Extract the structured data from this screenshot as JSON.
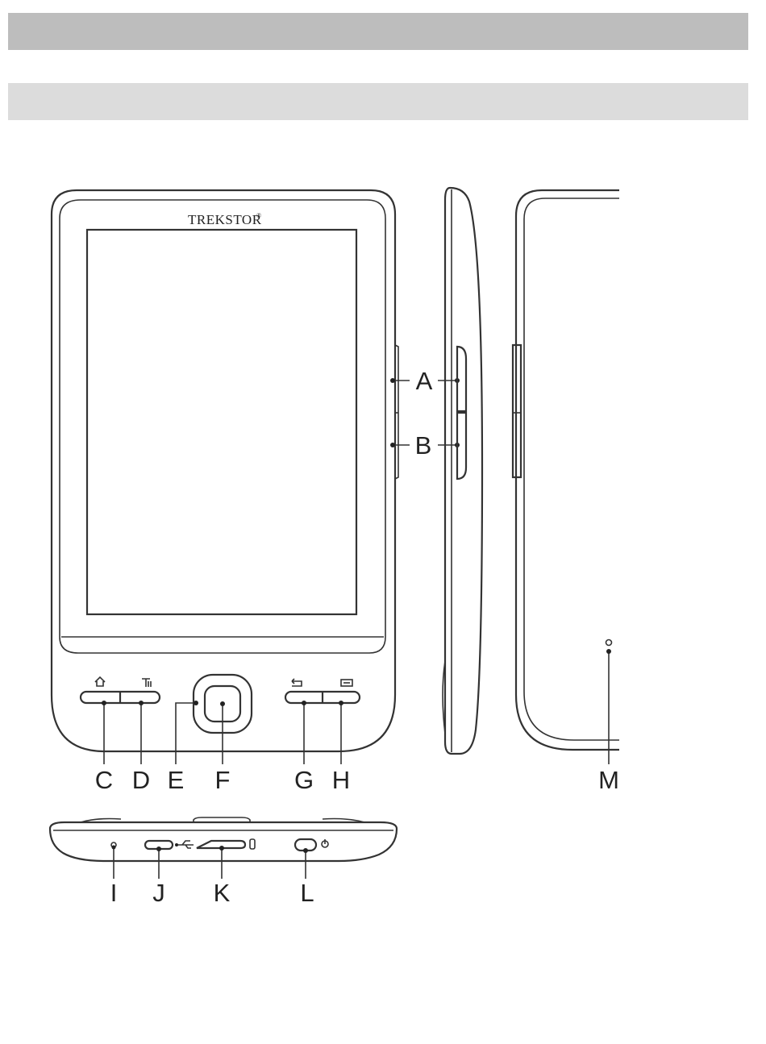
{
  "diagram": {
    "brand_logo_text": "TREKSTOR",
    "brand_mark": "®",
    "labels": {
      "A": "A",
      "B": "B",
      "C": "C",
      "D": "D",
      "E": "E",
      "F": "F",
      "G": "G",
      "H": "H",
      "I": "I",
      "J": "J",
      "K": "K",
      "L": "L",
      "M": "M"
    },
    "icons": {
      "home": "home-icon",
      "menu": "menu-icon",
      "back": "back-icon",
      "keyboard": "keyboard-icon",
      "usb": "usb-icon",
      "power": "power-icon",
      "microsd": "microsd-icon"
    }
  }
}
